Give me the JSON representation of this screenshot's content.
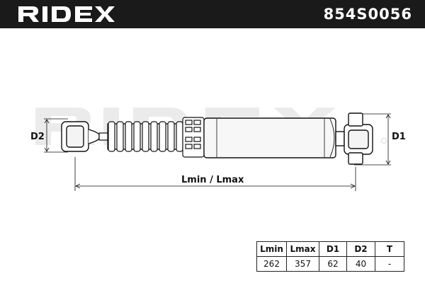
{
  "header": {
    "brand": "RIDEX",
    "part_number": "854S0056"
  },
  "diagram": {
    "watermark": "RIDEX",
    "label_d1": "D1",
    "label_d2": "D2",
    "label_length": "Lmin / Lmax"
  },
  "spec_table": {
    "headers": [
      "Lmin",
      "Lmax",
      "D1",
      "D2",
      "T"
    ],
    "values": [
      "262",
      "357",
      "62",
      "40",
      "-"
    ]
  },
  "colors": {
    "header_background": "#1a1a1a",
    "header_text": "#ffffff",
    "watermark": "#ebebeb",
    "line": "#111111",
    "body_fill": "#f7f7f7"
  }
}
